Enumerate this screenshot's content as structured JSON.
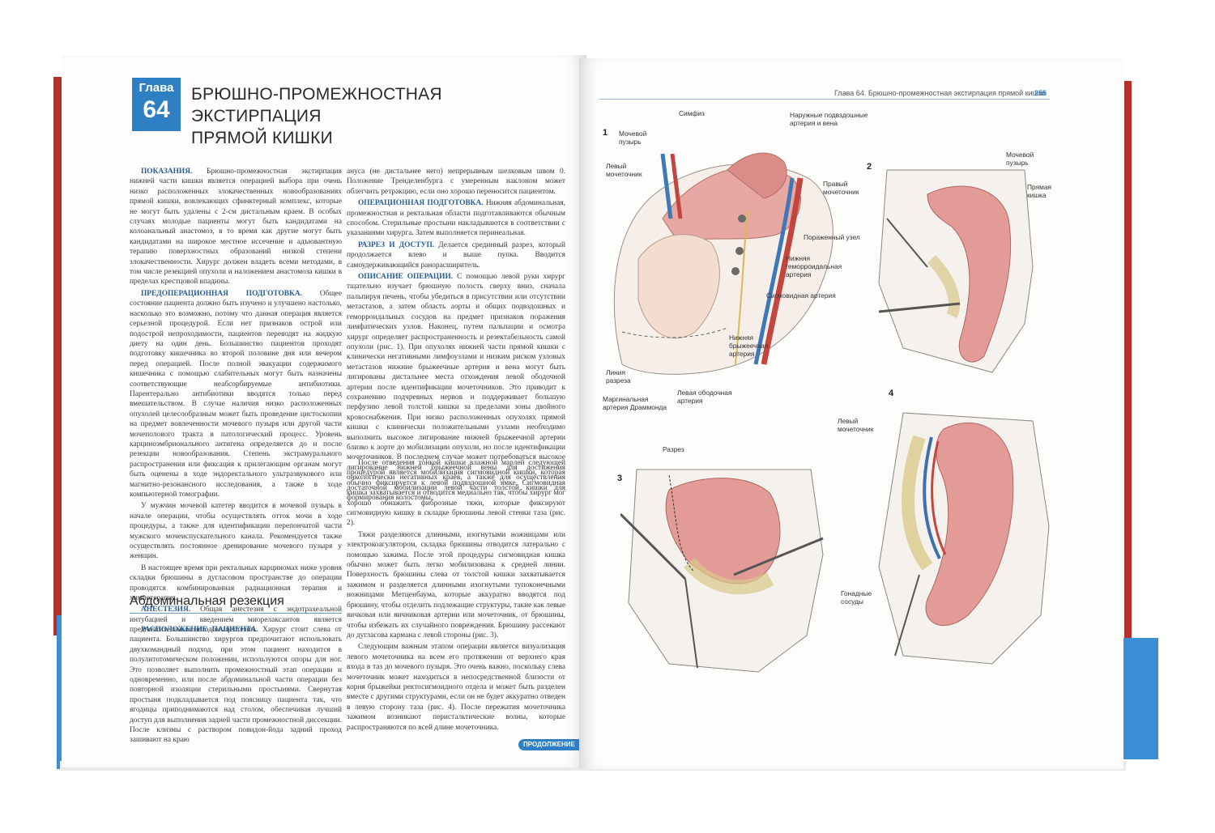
{
  "chapter": {
    "label": "Глава",
    "number": "64",
    "title_line1": "БРЮШНО-ПРОМЕЖНОСТНАЯ ЭКСТИРПАЦИЯ",
    "title_line2": "ПРЯМОЙ КИШКИ"
  },
  "left_col1": {
    "h1": "ПОКАЗАНИЯ.",
    "p1": "Брюшно-промежностная экстирпация нижней части кишки является операцией выбора при очень низко расположенных злокачественных новообразованиях прямой кишки, вовлекающих сфинктерный комплекс, которые не могут быть удалены с 2-см дистальным краем. В особых случаях молодые пациенты могут быть кандидатами на колоанальный анастомоз, в то время как другие могут быть кандидатами на широкое местное иссечение и адъювантную терапию поверхностных образований низкой степени злокачественности. Хирург должен владеть всеми методами, в том числе резекцией опухоли и наложением анастомоза кишки в пределах крестцовой впадины.",
    "h2": "ПРЕДОПЕРАЦИОННАЯ ПОДГОТОВКА.",
    "p2": "Общее состояние пациента должно быть изучено и улучшено настолько, насколько это возможно, потому что данная операция является серьезной процедурой. Если нет признаков острой или подострой непроходимости, пациентов переводят на жидкую диету на один день. Большинство пациентов проходят подготовку кишечника во второй половине дня или вечером перед операцией. После полной эвакуации содержимого кишечника с помощью слабительных могут быть назначены соответствующие неабсорбируемые антибиотики. Парентерально антибиотики вводятся только перед вмешательством. В случае наличия низко расположенных опухолей целесообразным может быть проведение цистоскопии на предмет вовлеченности мочевого пузыря или другой части мочеполового тракта в патологический процесс. Уровень карциноэмбрионального антигена определяется до и после резекции новообразования. Степень экстрамурального распространения или фиксация к прилегающим органам могут быть оценены в ходе эндоректального ультразвукового или магнитно-резонансного исследования, а также в ходе компьютерной томографии.",
    "p3": "У мужчин мочевой катетер вводится в мочевой пузырь в начале операции, чтобы осуществлять отток мочи в ходе процедуры, а также для идентификации перепончатой части мужского мочеиспускательного канала. Рекомендуется также осуществлять постоянное дренирование мочевого пузыря у женщин.",
    "p4": "В настоящее время при ректальных карциномах ниже уровня складки брюшины в дугласовом пространстве до операции проводятся комбинированная радиационная терапия и химиотерапия.",
    "h3": "АНЕСТЕЗИЯ.",
    "p5": "Общая анестезия с эндотрахеальной интубацией и введением миорелаксантов является предпочтительным методом анестезии."
  },
  "section_heading": "Абдоминальная резекция",
  "left_col3": {
    "h1": "РАСПОЛОЖЕНИЕ ПАЦИЕНТА.",
    "p1": "Хирург стоит слева от пациента. Большинство хирургов предпочитают использовать двухкомандный подход, при этом пациент находится в полулитотомическом положении, используются опоры для ног. Это позволяет выполнить промежностный этап операции и одновременно, или после абдоминальной части операции без повторной изоляции стерильными простынями. Свернутая простыня подкладывается под поясницу пациента так, что ягодицы приподнимаются над столом, обеспечивая лучший доступ для выполнения задней части промежностной диссекции. После клизмы с раствором повидон-йода задний проход зашивают на краю"
  },
  "left_col2": {
    "p0": "ануса (не дистальнее него) непрерывным шелковым швом 0. Положение Тренделенбурга с умеренным наклоном может облегчить ретракцию, если оно хорошо переносится пациентом.",
    "h1": "ОПЕРАЦИОННАЯ ПОДГОТОВКА.",
    "p1": "Нижняя абдоминальная, промежностная и ректальная области подготавливаются обычным способом. Стерильные простыни накладываются в соответствии с указаниями хирурга. Затем выполняется перинеальная.",
    "h2": "РАЗРЕЗ И ДОСТУП.",
    "p2": "Делается срединный разрез, который продолжается влево и выше пупка. Вводится самоудерживающийся ранорасширитель.",
    "h3": "ОПИСАНИЕ ОПЕРАЦИИ.",
    "p3": "С помощью левой руки хирург тщательно изучает брюшную полость сверху вниз, сначала пальпируя печень, чтобы убедиться в присутствии или отсутствии метастазов, а затем область аорты и общих подвздошных и геморроидальных сосудов на предмет признаков поражения лимфатических узлов. Наконец, путем пальпации и осмотра хирург определяет распространенность и резектабельность самой опухоли (рис. 1). При опухолях нижней части прямой кишки с клинически негативными лимфоузлами и низким риском узловых метастазов нижние брыжеечные артерия и вена могут быть лигированы дистальнее места отхождения левой ободочной артерии после идентификации мочеточников. Это приводит к сохранению подчревных нервов и поддерживает большую перфузию левой толстой кишки за пределами зоны двойного кровоснабжения. При низко расположенных опухолях прямой кишки с клинически положительными узлами необходимо выполнить высокое лигирование нижней брыжеечной артерии близко к аорте до мобилизации опухоли, но после идентификации мочеточников. В последнем случае может потребоваться высокое лигирование нижней брыжеечной вены для достижения онкологически негативных краев, а также для осуществления достаточной мобилизации левой части толстой кишки для формирования колостомы."
  },
  "left_col4": {
    "p1": "После отведения тонкой кишки влажной марлей следующей процедурой является мобилизация сигмовидной кишки, которая обычно фиксируется к левой подвздошной ямке. Сигмовидная кишка захватывается и отводится медиально так, чтобы хирург мог хорошо обнажить фиброзные тяжи, которые фиксируют сигмовидную кишку в складке брюшины левой стенки таза (рис. 2).",
    "p2": "Тяжи разделяются длинными, изогнутыми ножницами или электрокоагулятором, складка брюшины отводится латерально с помощью зажима. После этой процедуры сигмовидная кишка обычно может быть легко мобилизована к средней линии. Поверхность брюшины слева от толстой кишки захватывается зажимом и разделяется длинными изогнутыми тупоконечными ножницами Метценбаума, которые аккуратно вводятся под брюшину, чтобы отделить подлежащие структуры, такие как левые яичковая или яичниковая артерии или мочеточник, от брюшины, чтобы избежать их случайного повреждения. Брюшину рассекают до дугласова кармана с левой стороны (рис. 3).",
    "p3": "Следующим важным этапом операции является визуализация левого мочеточника на всем его протяжении от верхнего края входа в таз до мочевого пузыря. Это очень важно, поскольку слева мочеточник может находиться в непосредственной близости от корня брыжейки ректосигмоидного отдела и может быть разделен вместе с другими структурами, если он не будет аккуратно отведен в левую сторону таза (рис. 4). После пережатия мочеточника зажимом возникают перистальтические волны, которые распространяются по всей длине мочеточника."
  },
  "continue_badge": "ПРОДОЛЖЕНИЕ",
  "right_page": {
    "running_head": "Глава 64. Брюшно-промежностная экстирпация прямой кишки",
    "page_number": "255",
    "fig1": {
      "number": "1",
      "labels": {
        "simfiz": "Симфиз",
        "bladder": "Мочевой пузырь",
        "left_ureter": "Левый мочеточник",
        "ext_iliac": "Наружные подвздошные артерия и вена",
        "right_ureter": "Правый мочеточник",
        "affected_node": "Пораженный узел",
        "inf_hem_artery": "Нижняя геморроидальная артерия",
        "sigmoid_artery": "Сигмовидная артерия",
        "inf_mes_artery": "Нижняя брыжеечная артерия",
        "incision_line": "Линия разреза",
        "drummond": "Маргинальная артерия Драммонда",
        "left_colic": "Левая ободочная артерия"
      }
    },
    "fig2": {
      "number": "2",
      "labels": {
        "bladder": "Мочевой пузырь",
        "rectum": "Прямая кишка"
      }
    },
    "fig3": {
      "number": "3",
      "labels": {
        "incision": "Разрез"
      }
    },
    "fig4": {
      "number": "4",
      "labels": {
        "left_ureter": "Левый мочеточник",
        "gonadal": "Гонадные сосуды"
      }
    }
  },
  "colors": {
    "accent_blue": "#2f7fc4",
    "edge_red": "#b6302b",
    "heading_blue": "#2b5e93"
  }
}
